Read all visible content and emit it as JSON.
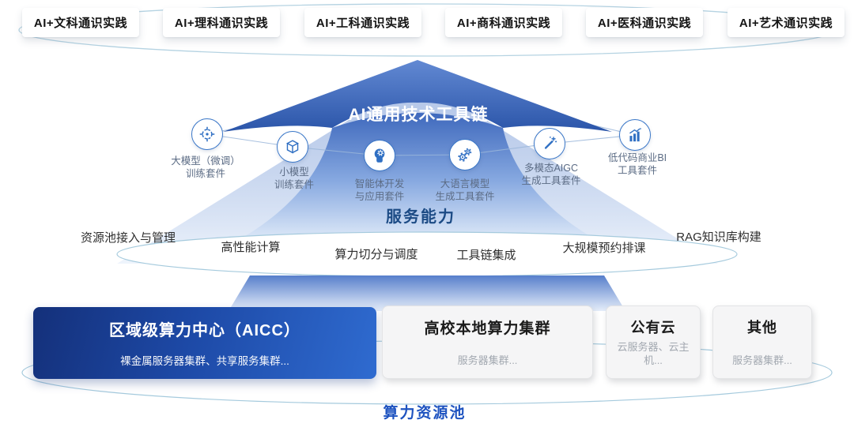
{
  "top_tracks": [
    {
      "label": "AI+文科通识实践"
    },
    {
      "label": "AI+理科通识实践"
    },
    {
      "label": "AI+工科通识实践"
    },
    {
      "label": "AI+商科通识实践"
    },
    {
      "label": "AI+医科通识实践"
    },
    {
      "label": "AI+艺术通识实践"
    }
  ],
  "toolchain": {
    "title": "AI通用技术工具链",
    "tools": [
      {
        "icon": "target-icon",
        "line1": "大模型（微调）",
        "line2": "训练套件"
      },
      {
        "icon": "cube-icon",
        "line1": "小模型",
        "line2": "训练套件"
      },
      {
        "icon": "agent-head-icon",
        "line1": "智能体开发",
        "line2": "与应用套件"
      },
      {
        "icon": "gears-icon",
        "line1": "大语言模型",
        "line2": "生成工具套件"
      },
      {
        "icon": "magic-wand-icon",
        "line1": "多模态AIGC",
        "line2": "生成工具套件"
      },
      {
        "icon": "bar-chart-icon",
        "line1": "低代码商业BI",
        "line2": "工具套件"
      }
    ]
  },
  "services": {
    "title": "服务能力",
    "items": [
      "资源池接入与管理",
      "高性能计算",
      "算力切分与调度",
      "工具链集成",
      "大规模预约排课",
      "RAG知识库构建"
    ]
  },
  "resource_pool": {
    "title": "算力资源池",
    "nodes": [
      {
        "title": "区域级算力中心（AICC）",
        "subtitle": "裸金属服务器集群、共享服务集群..."
      },
      {
        "title": "高校本地算力集群",
        "subtitle": "服务器集群..."
      },
      {
        "title": "公有云",
        "subtitle": "云服务器、云主机..."
      },
      {
        "title": "其他",
        "subtitle": "服务器集群..."
      }
    ]
  },
  "colors": {
    "icon_blue": "#2f6fc3",
    "arrow_dark": "#2b55a9",
    "arrow_light": "#5e86d0",
    "service_title_navy": "#1c4b85",
    "pool_title_blue": "#1e53c0",
    "ellipse_stroke": "#a5cadd",
    "tool_label_gray": "#5c6c85"
  }
}
